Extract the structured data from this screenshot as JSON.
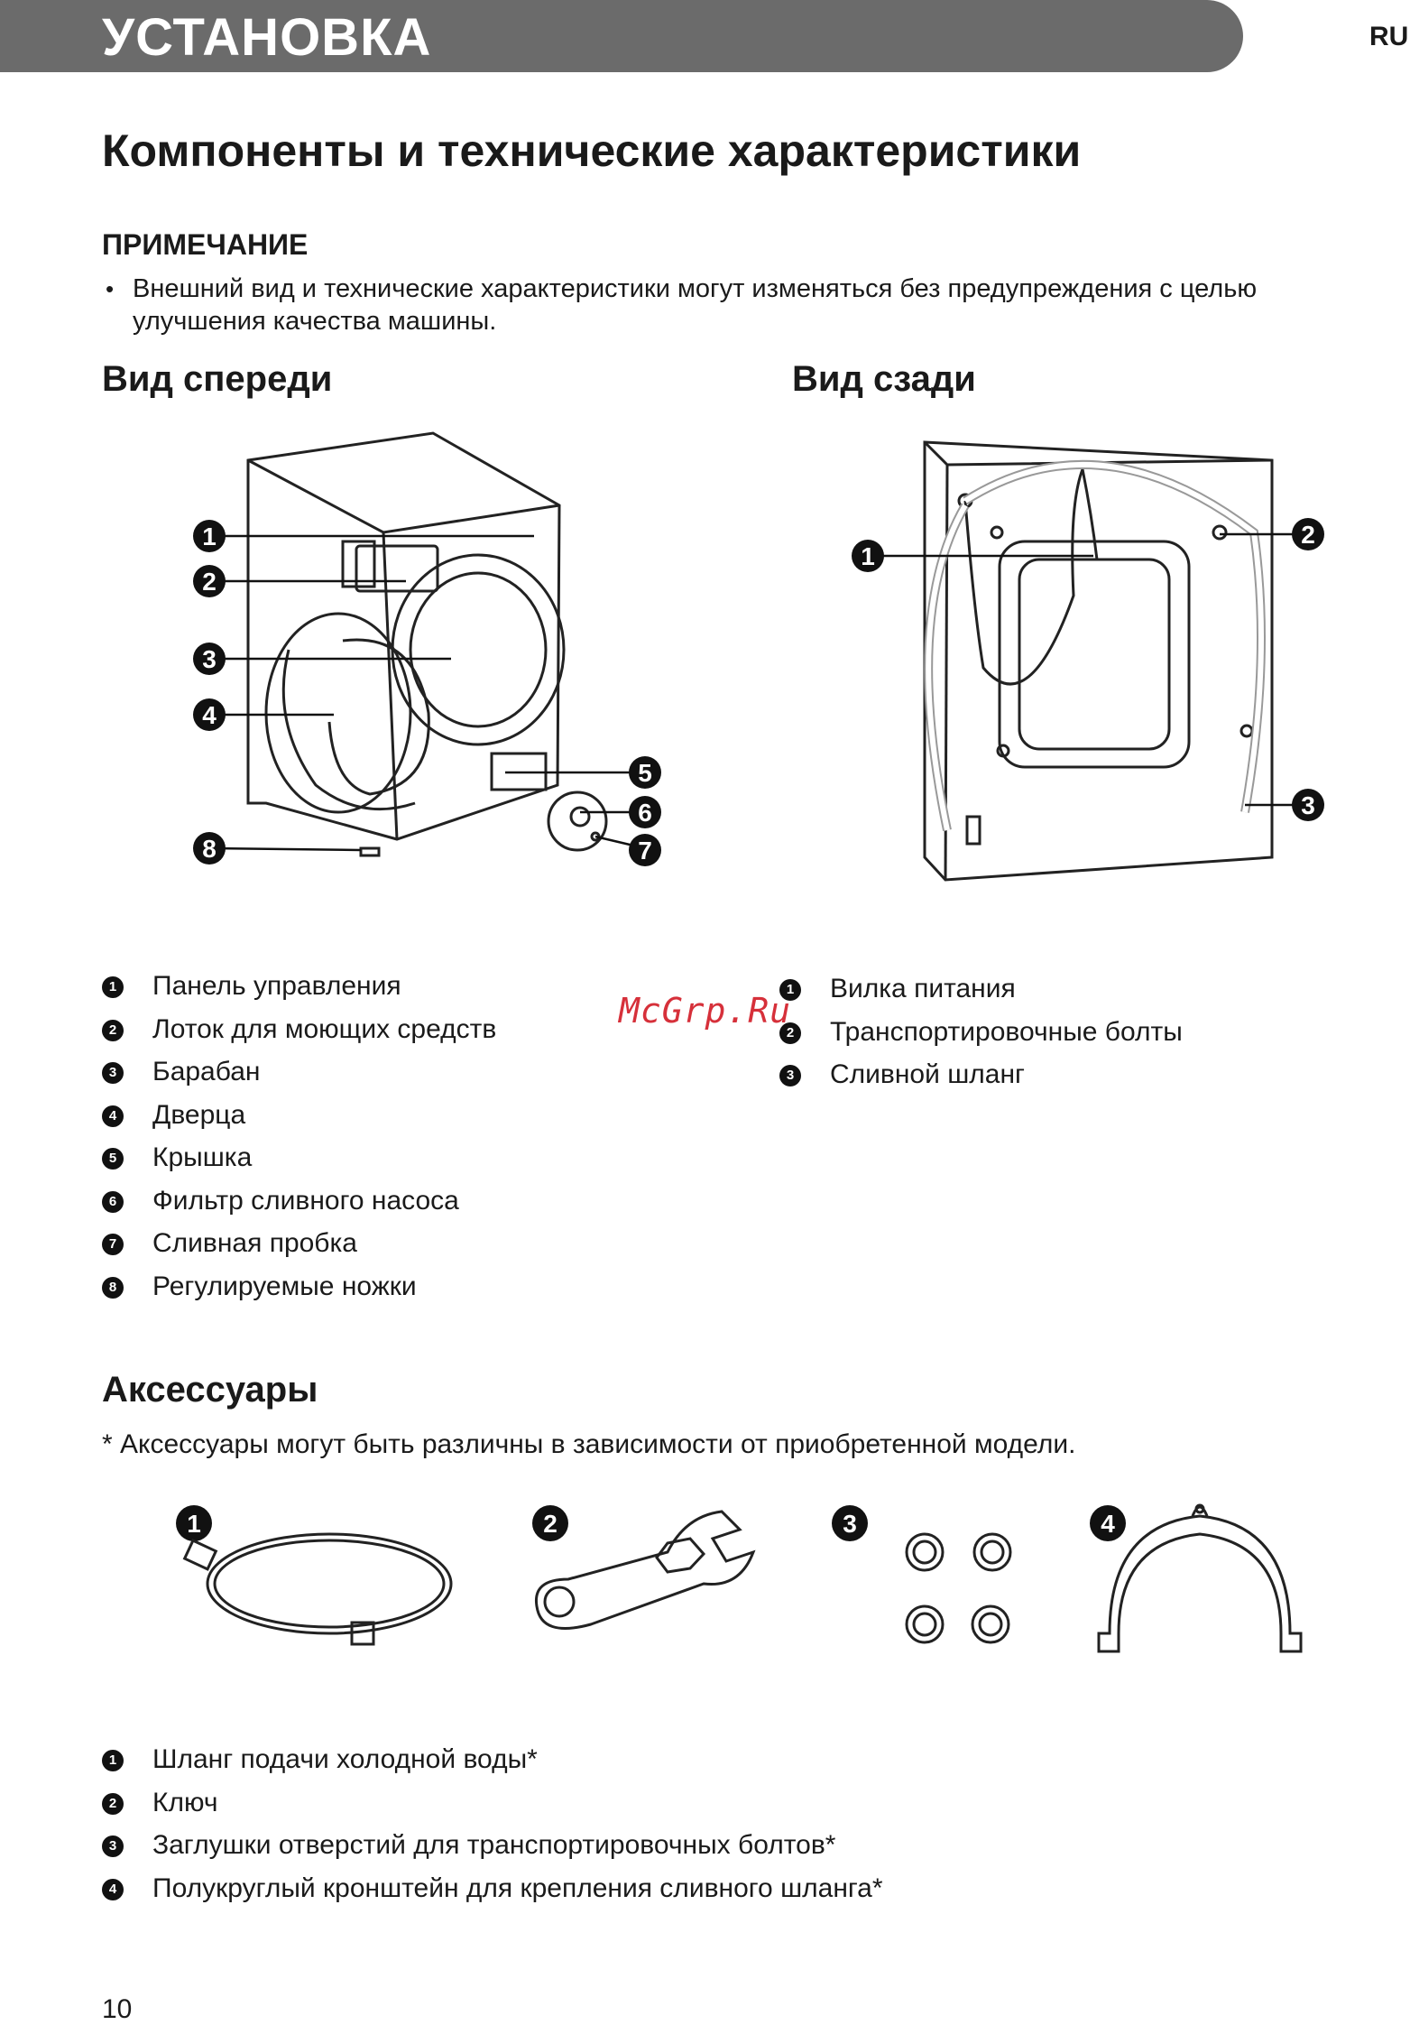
{
  "header": {
    "title": "УСТАНОВКА",
    "lang": "RU"
  },
  "page_title": "Компоненты и технические характеристики",
  "note": {
    "title": "ПРИМЕЧАНИЕ",
    "bullet": "•",
    "text": "Внешний вид и технические характеристики могут изменяться без предупреждения с целью улучшения качества машины."
  },
  "front": {
    "heading": "Вид спереди",
    "callouts": [
      "1",
      "2",
      "3",
      "4",
      "5",
      "6",
      "7",
      "8"
    ],
    "items": [
      {
        "num": "1",
        "label": "Панель управления"
      },
      {
        "num": "2",
        "label": "Лоток для моющих средств"
      },
      {
        "num": "3",
        "label": "Барабан"
      },
      {
        "num": "4",
        "label": "Дверца"
      },
      {
        "num": "5",
        "label": "Крышка"
      },
      {
        "num": "6",
        "label": "Фильтр сливного насоса"
      },
      {
        "num": "7",
        "label": "Сливная пробка"
      },
      {
        "num": "8",
        "label": "Регулируемые ножки"
      }
    ]
  },
  "rear": {
    "heading": "Вид сзади",
    "callouts": [
      "1",
      "2",
      "3"
    ],
    "items": [
      {
        "num": "1",
        "label": "Вилка питания"
      },
      {
        "num": "2",
        "label": "Транспортировочные болты"
      },
      {
        "num": "3",
        "label": "Сливной шланг"
      }
    ]
  },
  "watermark": "McGrp.Ru",
  "accessories": {
    "heading": "Аксессуары",
    "note": "* Аксессуары могут быть различны в зависимости от приобретенной модели.",
    "callouts": [
      "1",
      "2",
      "3",
      "4"
    ],
    "items": [
      {
        "num": "1",
        "label": "Шланг подачи холодной воды*"
      },
      {
        "num": "2",
        "label": "Ключ"
      },
      {
        "num": "3",
        "label": "Заглушки отверстий для транспортировочных болтов*"
      },
      {
        "num": "4",
        "label": "Полукруглый кронштейн для крепления сливного шланга*"
      }
    ]
  },
  "page_number": "10"
}
